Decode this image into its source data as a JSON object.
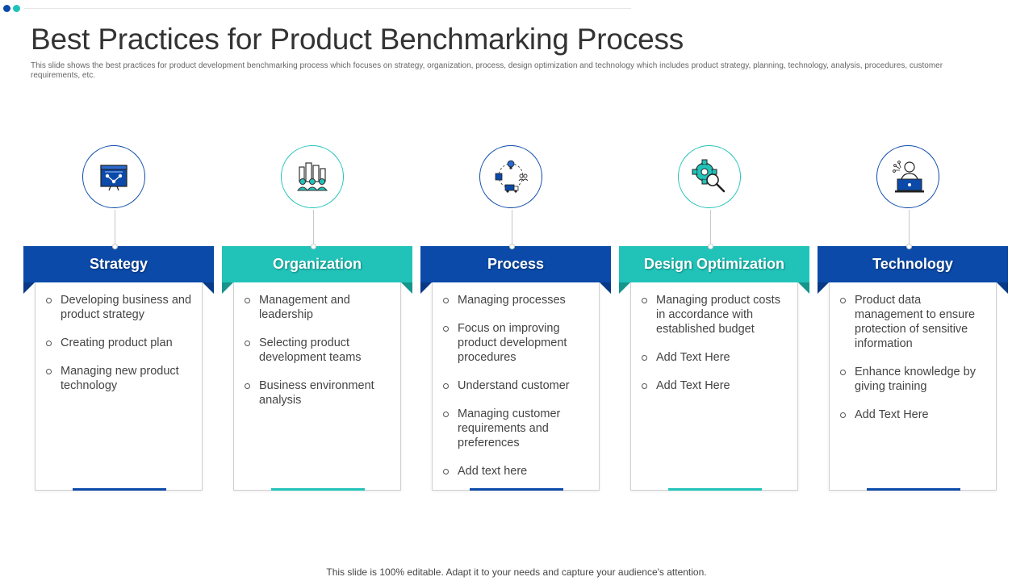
{
  "title": "Best Practices for Product Benchmarking Process",
  "subtitle": "This slide shows the best practices for product development benchmarking process which focuses on strategy, organization, process, design optimization and technology which includes product strategy, planning, technology, analysis, procedures, customer requirements, etc.",
  "footer": "This slide is 100% editable. Adapt it to your needs and capture your audience's attention.",
  "colors": {
    "blue": "#0b4aa8",
    "teal": "#21c3b8",
    "dark_blue": "#083a87",
    "dark_teal": "#15958c",
    "dot_navy": "#0b4aa8",
    "dot_teal": "#21c3b8"
  },
  "columns": [
    {
      "heading": "Strategy",
      "icon": "strategy-board-icon",
      "color": "blue",
      "items": [
        "Developing business and product strategy",
        "Creating product plan",
        "Managing new product technology"
      ]
    },
    {
      "heading": "Organization",
      "icon": "team-building-icon",
      "color": "teal",
      "items": [
        "Management and leadership",
        "Selecting product development teams",
        "Business environment analysis"
      ]
    },
    {
      "heading": "Process",
      "icon": "process-cycle-icon",
      "color": "blue",
      "items": [
        "Managing processes",
        "Focus on improving product development procedures",
        "Understand customer",
        "Managing customer requirements and preferences",
        "Add text here"
      ]
    },
    {
      "heading": "Design Optimization",
      "icon": "gear-magnifier-icon",
      "color": "teal",
      "items": [
        "Managing product costs in accordance with established budget",
        "Add Text Here",
        "Add Text Here"
      ]
    },
    {
      "heading": "Technology",
      "icon": "laptop-user-icon",
      "color": "blue",
      "items": [
        "Product data management to ensure protection of sensitive information",
        "Enhance knowledge by giving training",
        "Add Text Here"
      ]
    }
  ]
}
